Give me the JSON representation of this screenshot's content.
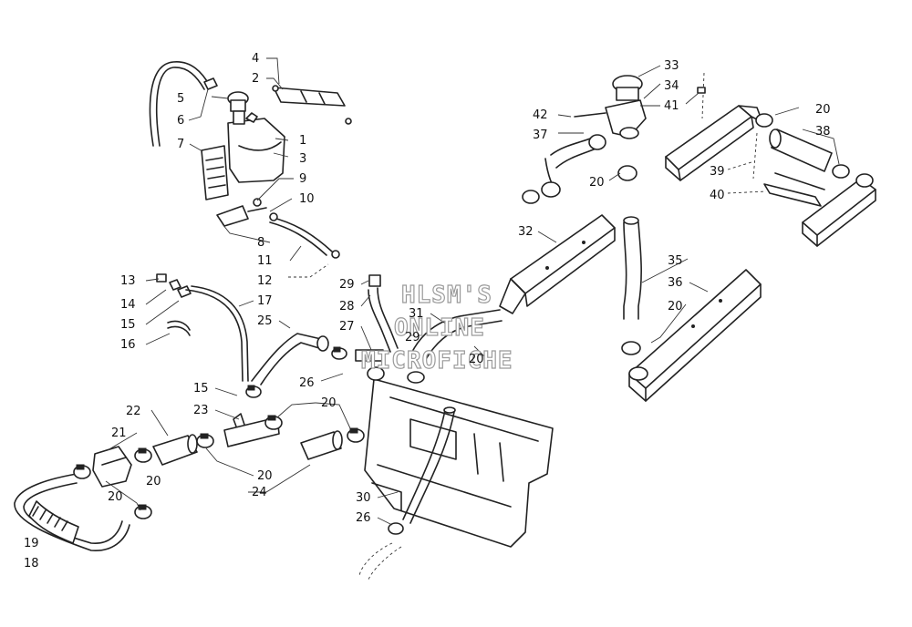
{
  "watermark": [
    "HLSM'S",
    "ONLINE",
    "MICROFICHE"
  ],
  "callouts": [
    "1",
    "2",
    "3",
    "4",
    "5",
    "6",
    "7",
    "8",
    "9",
    "10",
    "11",
    "12",
    "13",
    "14",
    "15",
    "15",
    "16",
    "17",
    "18",
    "19",
    "20",
    "20",
    "20",
    "20",
    "20",
    "20",
    "20",
    "20",
    "21",
    "22",
    "23",
    "24",
    "25",
    "26",
    "26",
    "27",
    "28",
    "29",
    "29",
    "30",
    "31",
    "32",
    "33",
    "34",
    "35",
    "36",
    "37",
    "38",
    "39",
    "40",
    "41",
    "42"
  ]
}
